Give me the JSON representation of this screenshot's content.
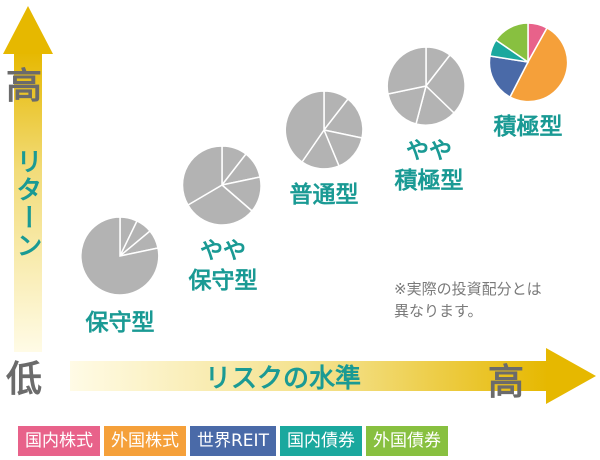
{
  "axes": {
    "y_high": "高",
    "y_low": "低",
    "y_label": "リターン",
    "x_label": "リスクの水準",
    "x_high": "高"
  },
  "portfolios": [
    {
      "label": "保守型"
    },
    {
      "label": "やや\n保守型"
    },
    {
      "label": "普通型"
    },
    {
      "label": "やや\n積極型"
    },
    {
      "label": "積極型"
    }
  ],
  "note": "※実際の投資配分とは\n異なります。",
  "legend": [
    {
      "label": "国内株式",
      "color": "#e8628a"
    },
    {
      "label": "外国株式",
      "color": "#f5a03a"
    },
    {
      "label": "世界REIT",
      "color": "#4a6aa8"
    },
    {
      "label": "国内債券",
      "color": "#1aa89e"
    },
    {
      "label": "外国債券",
      "color": "#88c040"
    }
  ],
  "colors": {
    "teal": "#1a9a94",
    "gray_pie": "#b3b3b3",
    "arrow_gold": "#e6b800"
  }
}
